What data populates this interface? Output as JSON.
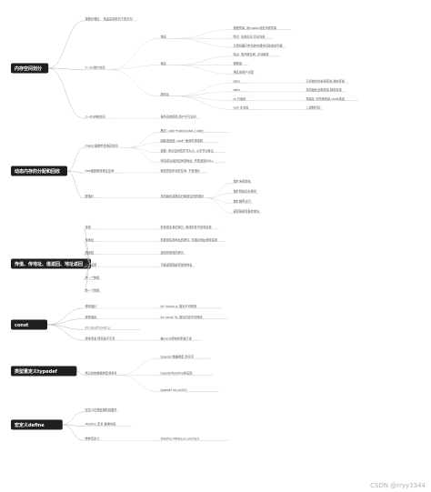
{
  "watermark": "CSDN @rryy3344",
  "roots": [
    {
      "id": "r1",
      "label": "内存空间划分",
      "children": [
        {
          "label": "按程存储区、 栈由高到低向下的方向",
          "children": []
        },
        {
          "label": "0~3G用户空间",
          "children": [
            {
              "label": "堆区",
              "children": [
                {
                  "label": "程程的量, 用malloc动态开辟的量"
                },
                {
                  "label": "特点: 先进后出 后出先进"
                },
                {
                  "label": "计算机器已申请的存储空间形成的列表"
                }
              ]
            },
            {
              "label": "堆区",
              "children": [
                {
                  "label": "特点: 需开辟空间, 手动释放"
                },
                {
                  "label": "程程量"
                },
                {
                  "label": "堆区由用户分配"
                }
              ]
            },
            {
              "label": "静态区",
              "children": [
                {
                  "label": "data",
                  "children": [
                    {
                      "label": "已初始化的全局变量,静态变量"
                    }
                  ]
                },
                {
                  "label": "data",
                  "children": [
                    {
                      "label": "未初始化全局变量,静态变量"
                    }
                  ]
                },
                {
                  "label": "ro 只读段",
                  "children": [
                    {
                      "label": "常量区 字符串常量,const常量"
                    }
                  ]
                },
                {
                  "label": "text 文本段",
                  "children": [
                    {
                      "label": "二进制代码"
                    }
                  ]
                }
              ]
            }
          ]
        },
        {
          "label": "3~4G内核空间",
          "children": [
            {
              "label": "操作系统使用,用户不可访问"
            }
          ]
        }
      ]
    },
    {
      "id": "r2",
      "label": "动态内存的分配和回收",
      "children": [
        {
          "label": "malloc函数申请堆区空间",
          "children": [
            {
              "label": "格式: void *malloc(size_t size);"
            },
            {
              "label": "函数返回值: void* 使用时需强转"
            },
            {
              "label": "参数: 申请空间的字节大小, 以字节为单位"
            },
            {
              "label": "申请成功返回空间首地址, 失败返回NULL"
            }
          ]
        },
        {
          "label": "free函数释放堆区空间",
          "children": [
            {
              "label": "释放的是申请的空间, 不是指针"
            }
          ]
        },
        {
          "label": "野指针",
          "children": [
            {
              "label": "未初始化或指向已释放空间的指针",
              "children": [
                {
                  "label": "指针未初始化"
                },
                {
                  "label": "指针释放后未置空"
                },
                {
                  "label": "指针越界访问"
                },
                {
                  "label": "返回局部变量的地址"
                }
              ]
            }
          ]
        }
      ]
    },
    {
      "id": "r3",
      "label": "传值、传地址、值返回、地址返回",
      "children": [
        {
          "label": "传值",
          "children": [
            {
              "label": "形参是实参的拷贝, 修改形参不影响实参"
            }
          ]
        },
        {
          "label": "传地址",
          "children": [
            {
              "label": "形参是实参地址的拷贝, 可通过地址修改实参"
            }
          ]
        },
        {
          "label": "值返回",
          "children": [
            {
              "label": "返回的是值的拷贝"
            }
          ]
        },
        {
          "label": "地址返回",
          "children": [
            {
              "label": "不能返回局部变量的地址"
            }
          ]
        },
        {
          "label": "传一个数组",
          "children": []
        },
        {
          "label": "传一个数组",
          "children": []
        }
      ]
    },
    {
      "id": "r4",
      "label": "const",
      "children": [
        {
          "label": "修饰指针",
          "children": [
            {
              "label": "int *const p; 指针不可修改"
            }
          ]
        },
        {
          "label": "修饰指向",
          "children": [
            {
              "label": "int const *p; 指向内容不可修改"
            }
          ]
        },
        {
          "label": "int const*const p;",
          "children": []
        },
        {
          "label": "修饰变量 使变量不可变",
          "children": [
            {
              "label": "被const修饰的变量只读"
            }
          ]
        }
      ]
    },
    {
      "id": "r5",
      "label": "类型重定义typedef",
      "children": [
        {
          "label": "给已有的数据类型重命名",
          "children": [
            {
              "label": "typedef 数据类型 新名字"
            },
            {
              "label": "typedef与define的区别"
            },
            {
              "label": "typedef int uint32;"
            }
          ]
        }
      ]
    },
    {
      "id": "r6",
      "label": "宏定义define",
      "children": [
        {
          "label": "宏定义在预处理阶段展开",
          "children": []
        },
        {
          "label": "#define 宏名 替换内容",
          "children": []
        },
        {
          "label": "带参宏定义",
          "children": [
            {
              "label": "#define MAX(a,b) a>b?a:b"
            }
          ]
        }
      ]
    }
  ]
}
